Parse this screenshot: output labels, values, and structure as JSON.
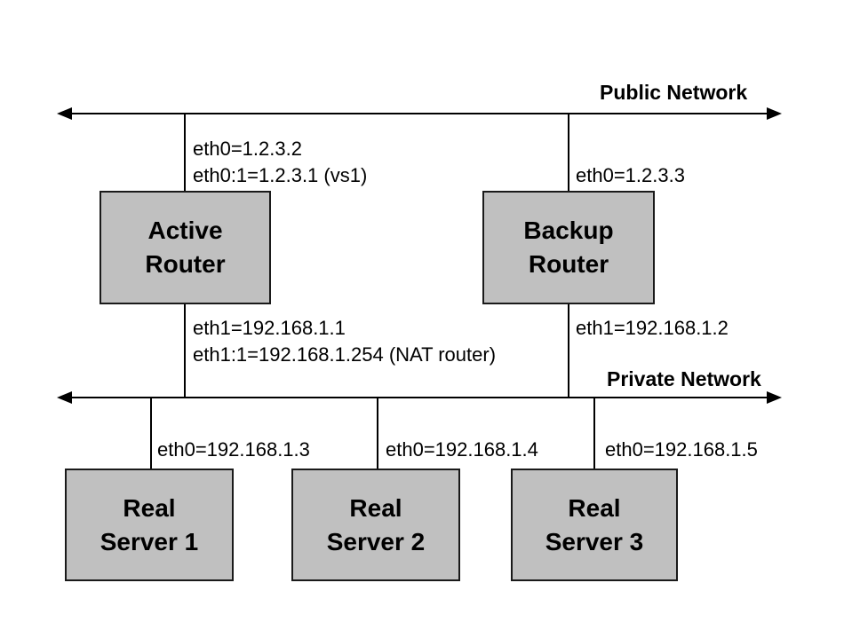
{
  "colors": {
    "background": "#ffffff",
    "box_fill": "#c0c0c0",
    "box_border": "#1a1a1a",
    "line": "#000000",
    "text": "#000000"
  },
  "networks": {
    "public": {
      "label": "Public Network"
    },
    "private": {
      "label": "Private Network"
    }
  },
  "nodes": {
    "active_router": {
      "line1": "Active",
      "line2": "Router",
      "eth0": "eth0=1.2.3.2",
      "eth0_alias": "eth0:1=1.2.3.1 (vs1)",
      "eth1": "eth1=192.168.1.1",
      "eth1_alias": "eth1:1=192.168.1.254 (NAT router)"
    },
    "backup_router": {
      "line1": "Backup",
      "line2": "Router",
      "eth0": "eth0=1.2.3.3",
      "eth1": "eth1=192.168.1.2"
    },
    "real_server_1": {
      "line1": "Real",
      "line2": "Server 1",
      "eth0": "eth0=192.168.1.3"
    },
    "real_server_2": {
      "line1": "Real",
      "line2": "Server 2",
      "eth0": "eth0=192.168.1.4"
    },
    "real_server_3": {
      "line1": "Real",
      "line2": "Server 3",
      "eth0": "eth0=192.168.1.5"
    }
  }
}
